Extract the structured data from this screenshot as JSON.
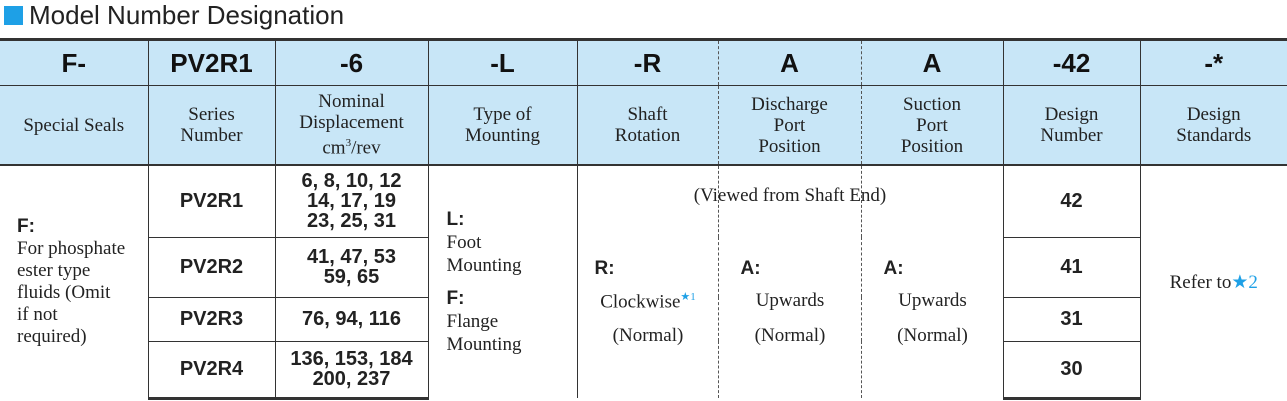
{
  "title": "Model Number Designation",
  "codes": [
    "F-",
    "PV2R1",
    "-6",
    "-L",
    "-R",
    "A",
    "A",
    "-42",
    "-*"
  ],
  "headers": {
    "c0": [
      "Special Seals"
    ],
    "c1": [
      "Series",
      "Number"
    ],
    "c2_l1": "Nominal",
    "c2_l2": "Displacement",
    "c2_l3a": "cm",
    "c2_l3sup": "3",
    "c2_l3b": "/rev",
    "c3": [
      "Type of",
      "Mounting"
    ],
    "c4": [
      "Shaft",
      "Rotation"
    ],
    "c5": [
      "Discharge",
      "Port",
      "Position"
    ],
    "c6": [
      "Suction",
      "Port",
      "Position"
    ],
    "c7": [
      "Design",
      "Number"
    ],
    "c8": [
      "Design",
      "Standards"
    ]
  },
  "seals": {
    "code": "F:",
    "desc": [
      "For phosphate",
      "ester type",
      "fluids (Omit",
      "if not",
      "required)"
    ]
  },
  "rows": [
    {
      "series": "PV2R1",
      "disp": [
        "6, 8, 10, 12",
        "14, 17, 19",
        "23, 25, 31"
      ],
      "design": "42"
    },
    {
      "series": "PV2R2",
      "disp": [
        "41, 47, 53",
        "59, 65"
      ],
      "design": "41"
    },
    {
      "series": "PV2R3",
      "disp": [
        "76, 94, 116"
      ],
      "design": "31"
    },
    {
      "series": "PV2R4",
      "disp": [
        "136, 153, 184",
        "200, 237"
      ],
      "design": "30"
    }
  ],
  "mounting": {
    "l_code": "L:",
    "l_desc": [
      "Foot",
      "Mounting"
    ],
    "f_code": "F:",
    "f_desc": [
      "Flange",
      "Mounting"
    ]
  },
  "viewed": "(Viewed from Shaft End)",
  "rotation": {
    "code": "R:",
    "desc": "Clockwise",
    "note": "★1",
    "normal": "(Normal)"
  },
  "discharge": {
    "code": "A:",
    "desc": "Upwards",
    "normal": "(Normal)"
  },
  "suction": {
    "code": "A:",
    "desc": "Upwards",
    "normal": "(Normal)"
  },
  "standards": {
    "text": "Refer to",
    "star": "★",
    "num": "2"
  }
}
